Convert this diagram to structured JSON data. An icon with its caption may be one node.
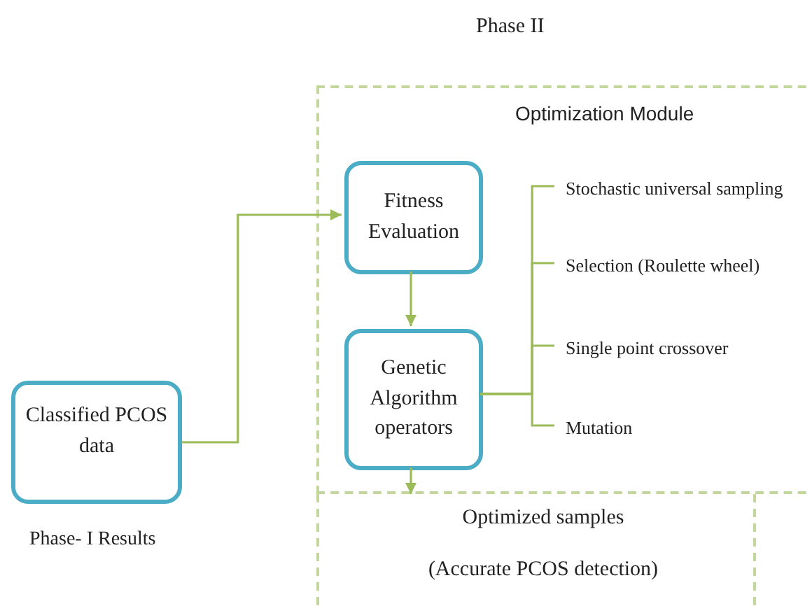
{
  "diagram": {
    "title": "Phase II",
    "nodes": [
      {
        "text": [
          "Optimization Module"
        ]
      },
      {
        "text": [
          "Fitness Evaluation"
        ],
        "in": 0
      },
      {
        "text": [
          "Genetic Algorithm operators"
        ],
        "in": 0
      },
      {
        "text": [
          "Classified PCOS data"
        ],
        "beside": [
          "Phase- I Results"
        ]
      },
      {
        "text": [
          "Stochastic universal sampling"
        ],
        "in": 0
      },
      {
        "text": [
          "Selection (Roulette wheel)"
        ],
        "in": 0
      },
      {
        "text": [
          "Single point crossover"
        ],
        "in": 0
      },
      {
        "text": [
          "Mutation"
        ],
        "in": 0
      },
      {
        "text": [
          "Optimized samples",
          "(Accurate PCOS detection)"
        ]
      }
    ],
    "edges": [
      {
        "from": 3,
        "to": 1,
        "arrow": "to"
      },
      {
        "from": 1,
        "to": 2,
        "arrow": "to"
      },
      {
        "from": 2,
        "to": 4,
        "arrow": "none"
      },
      {
        "from": 2,
        "to": 5,
        "arrow": "none"
      },
      {
        "from": 2,
        "to": 6,
        "arrow": "none"
      },
      {
        "from": 2,
        "to": 7,
        "arrow": "none"
      },
      {
        "from": 2,
        "to": 8,
        "arrow": "to"
      }
    ]
  }
}
